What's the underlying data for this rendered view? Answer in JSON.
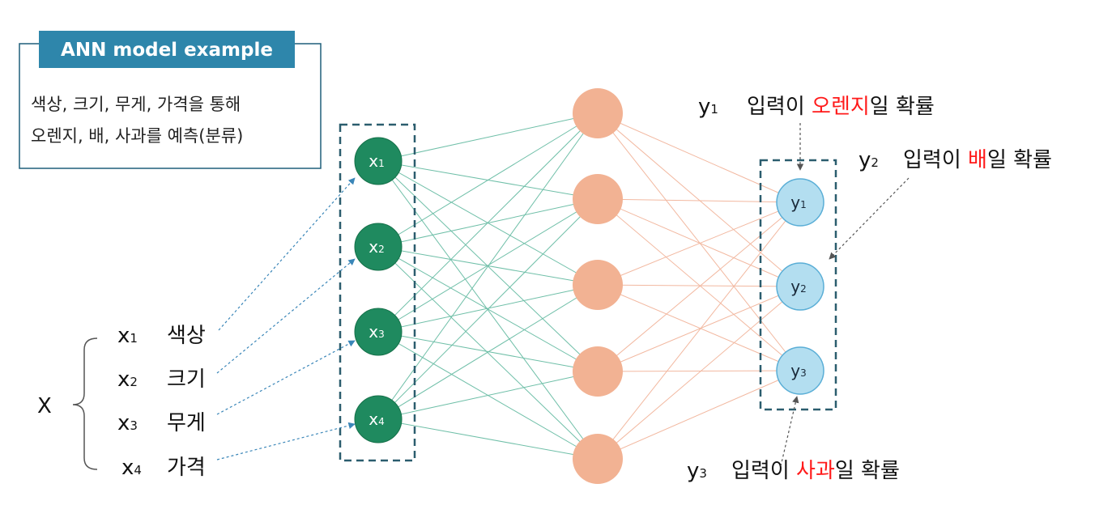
{
  "title_box": {
    "title": "ANN model example",
    "desc_line1": "색상, 크기, 무게, 가격을 통해",
    "desc_line2": "오렌지, 배, 사과를 예측(분류)"
  },
  "input_group": {
    "x_label": "X",
    "items": [
      {
        "var": "x",
        "sub": "1",
        "name": "색상"
      },
      {
        "var": "x",
        "sub": "2",
        "name": "크기"
      },
      {
        "var": "x",
        "sub": "3",
        "name": "무게"
      },
      {
        "var": "x",
        "sub": "4",
        "name": "가격"
      }
    ]
  },
  "input_nodes": [
    {
      "var": "x",
      "sub": "1"
    },
    {
      "var": "x",
      "sub": "2"
    },
    {
      "var": "x",
      "sub": "3"
    },
    {
      "var": "x",
      "sub": "4"
    }
  ],
  "hidden_node_count": 5,
  "output_nodes": [
    {
      "var": "y",
      "sub": "1"
    },
    {
      "var": "y",
      "sub": "2"
    },
    {
      "var": "y",
      "sub": "3"
    }
  ],
  "output_labels": [
    {
      "var": "y",
      "sub": "1",
      "pre": "입력이 ",
      "highlight": "오렌지",
      "post": "일 확률"
    },
    {
      "var": "y",
      "sub": "2",
      "pre": "입력이 ",
      "highlight": "배",
      "post": "일 확률"
    },
    {
      "var": "y",
      "sub": "3",
      "pre": "입력이 ",
      "highlight": "사과",
      "post": "일 확률"
    }
  ],
  "colors": {
    "title_bg": "#2e86ab",
    "box_border": "#1f5f7a",
    "input_node": "#1f8a5f",
    "hidden_node": "#f2b293",
    "output_node": "#b3def0",
    "output_node_border": "#5aaed6",
    "edge_input_hidden": "#6fbfa8",
    "edge_hidden_output": "#f2b8a0",
    "dashed_box": "#2b5d6e",
    "arrow_blue": "#3a86b8",
    "highlight_text": "#ff1a1a"
  }
}
